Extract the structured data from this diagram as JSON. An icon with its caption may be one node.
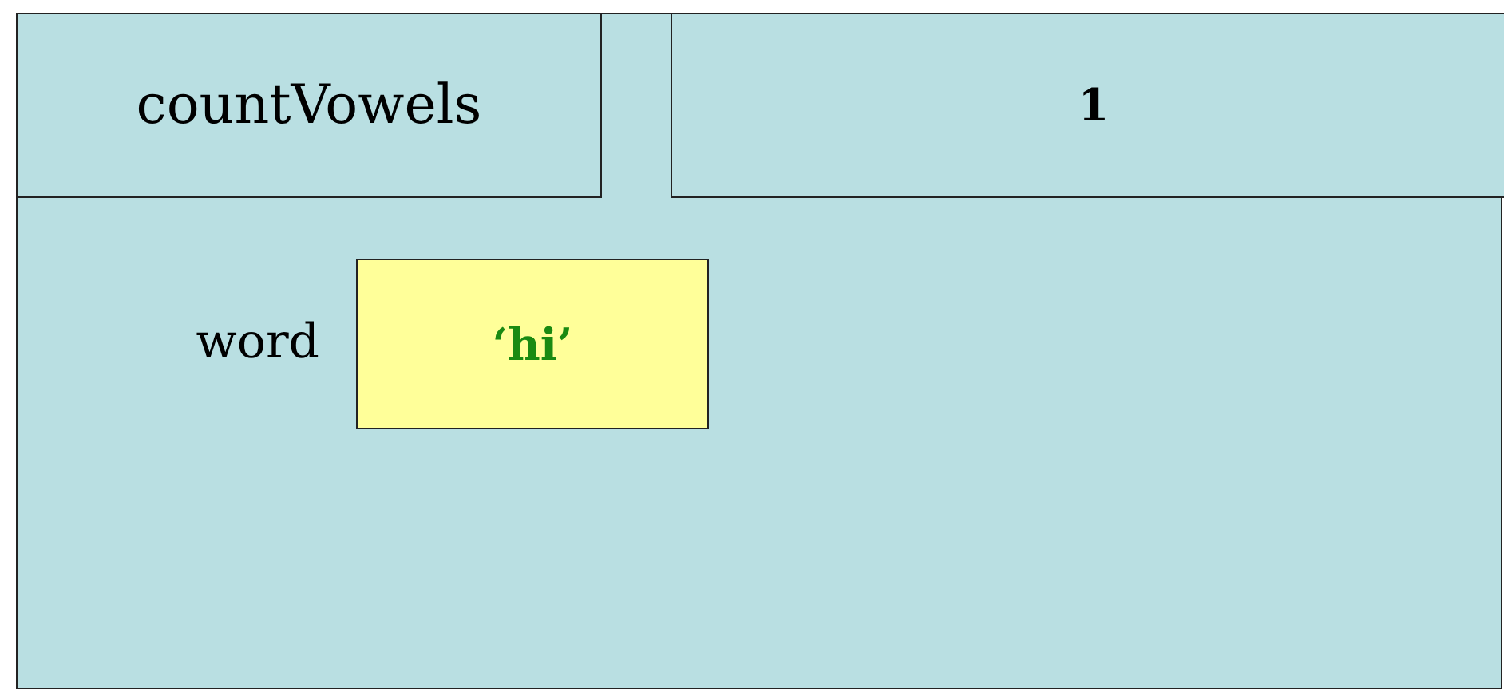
{
  "diagram": {
    "nodes": [
      {
        "text": [],
        "shape": "box"
      },
      {
        "text": [
          "countVowels"
        ],
        "in": 0
      },
      {
        "text": [
          "1"
        ],
        "in": 0
      },
      {
        "text": [
          "‘hi’"
        ],
        "in": 0,
        "beside": [
          "word"
        ]
      }
    ]
  }
}
